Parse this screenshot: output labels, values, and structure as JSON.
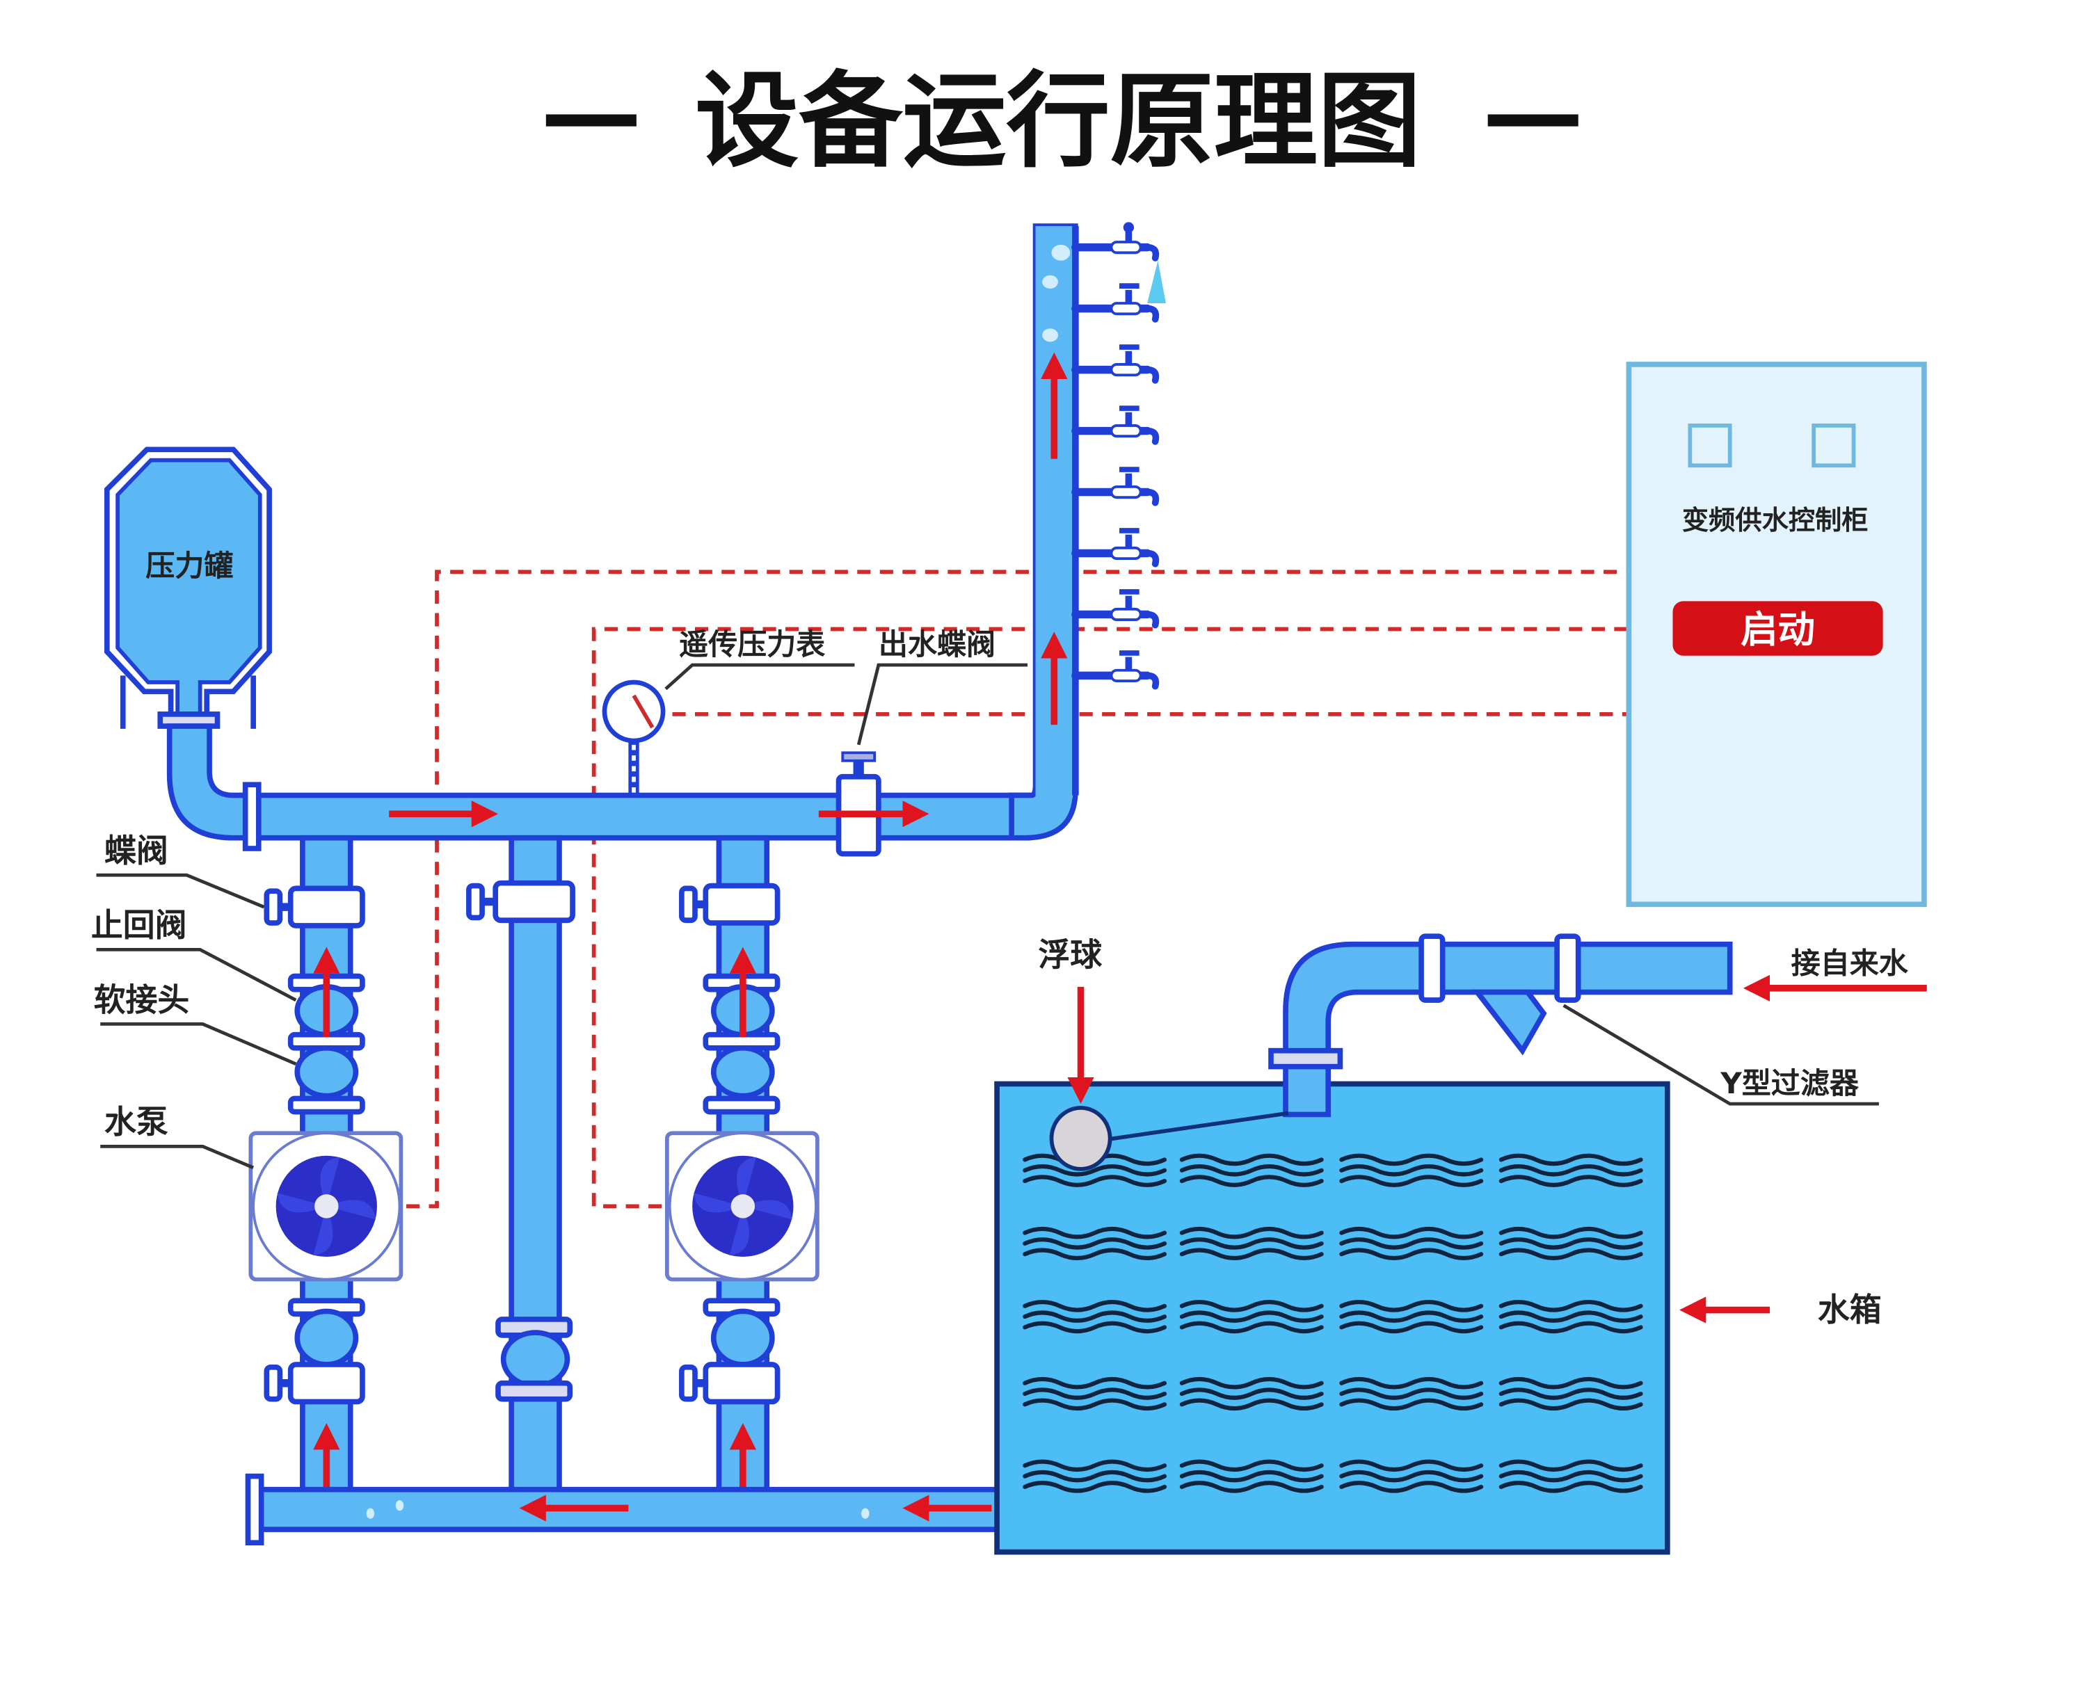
{
  "title": "— 设备运行原理图 —",
  "title_main": "设备运行原理图",
  "title_dash": "—",
  "components": {
    "pressure_tank": "压力罐",
    "butterfly_valve": "蝶阀",
    "check_valve": "止回阀",
    "flexible_joint": "软接头",
    "water_pump": "水泵",
    "remote_pressure_gauge": "遥传压力表",
    "outlet_butterfly_valve": "出水蝶阀",
    "float_ball": "浮球",
    "city_water_inlet": "接自来水",
    "y_strainer": "Y型过滤器",
    "water_tank": "水箱"
  },
  "control_cabinet": {
    "title": "变频供水控制柜",
    "start_button": "启动",
    "indicator_count": 2
  },
  "riser": {
    "tap_count": 8
  },
  "colors": {
    "pipe_fill": "#5bb8f5",
    "pipe_outline": "#1f3fd6",
    "flow_arrow": "#e0141e",
    "signal_line": "#d02a2a",
    "cabinet_fill": "#e3f3fc",
    "cabinet_border": "#6fb8df",
    "start_button": "#d40f16",
    "tank_fill": "#4dbdf5"
  }
}
